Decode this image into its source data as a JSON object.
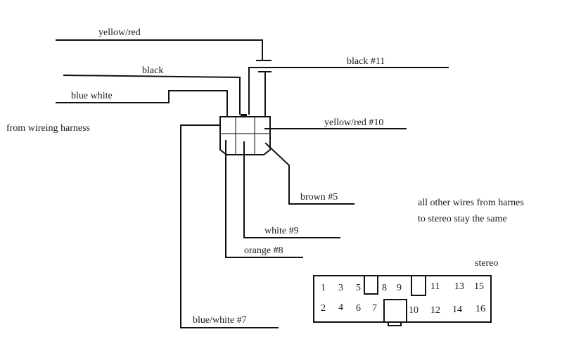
{
  "diagram": {
    "title_note": "from wireing harness",
    "note_line1": "all other wires from harnes",
    "note_line2": "to stereo stay the same",
    "left_wires": {
      "yellow_red": "yellow/red",
      "black": "black",
      "blue_white": "blue white"
    },
    "right_wires": {
      "black_11": "black #11",
      "yellow_red_10": "yellow/red #10",
      "brown_5": "brown #5",
      "white_9": "white #9",
      "orange_8": "orange #8",
      "blue_white_7": "blue/white #7"
    },
    "stereo": {
      "label": "stereo",
      "pins_top": [
        "1",
        "3",
        "5",
        "8",
        "9",
        "11",
        "13",
        "15"
      ],
      "pins_bottom": [
        "2",
        "4",
        "6",
        "7",
        "10",
        "12",
        "14",
        "16"
      ]
    }
  }
}
